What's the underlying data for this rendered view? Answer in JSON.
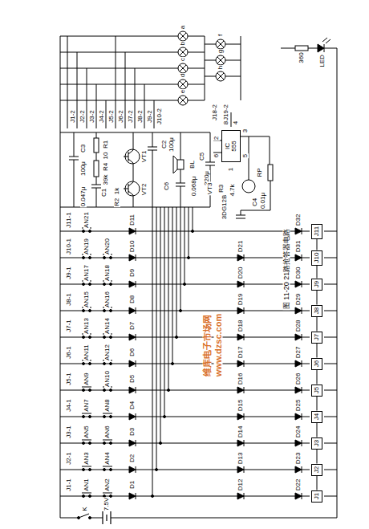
{
  "diagram": {
    "caption": "图 11-20 21路抢答器电路",
    "nodes": [
      {
        "text": [
          "J1"
        ]
      },
      {
        "text": [
          "J2"
        ]
      },
      {
        "text": [
          "J3"
        ]
      },
      {
        "text": [
          "J4"
        ]
      },
      {
        "text": [
          "J5"
        ]
      },
      {
        "text": [
          "J6"
        ]
      },
      {
        "text": [
          "J7"
        ]
      },
      {
        "text": [
          "J8"
        ]
      },
      {
        "text": [
          "J9"
        ]
      },
      {
        "text": [
          "J10"
        ]
      },
      {
        "text": [
          "J11"
        ]
      },
      {
        "text": [
          "IC",
          "555"
        ]
      }
    ],
    "edges": [
      {
        "from": 0,
        "to": 1,
        "arrow": "none"
      },
      {
        "from": 1,
        "to": 2,
        "arrow": "none"
      },
      {
        "from": 2,
        "to": 3,
        "arrow": "none"
      },
      {
        "from": 3,
        "to": 4,
        "arrow": "none"
      },
      {
        "from": 4,
        "to": 5,
        "arrow": "none"
      },
      {
        "from": 5,
        "to": 6,
        "arrow": "none"
      },
      {
        "from": 6,
        "to": 7,
        "arrow": "none"
      },
      {
        "from": 7,
        "to": 8,
        "arrow": "none"
      },
      {
        "from": 8,
        "to": 9,
        "arrow": "none"
      },
      {
        "from": 9,
        "to": 10,
        "arrow": "none"
      }
    ],
    "labels": [
      "J1-1",
      "J2-1",
      "J3-1",
      "J4-1",
      "J5-1",
      "J6-1",
      "J7-1",
      "J8-1",
      "J9-1",
      "J10-1",
      "J11-1",
      "AN1",
      "AN2",
      "AN3",
      "AN4",
      "AN5",
      "AN6",
      "AN7",
      "AN8",
      "AN9",
      "AN10",
      "AN11",
      "AN12",
      "AN13",
      "AN14",
      "AN15",
      "AN16",
      "AN17",
      "AN18",
      "AN19",
      "AN20",
      "AN21",
      "D1",
      "D2",
      "D3",
      "D4",
      "D5",
      "D6",
      "D7",
      "D8",
      "D9",
      "D10",
      "D11",
      "D12",
      "D13",
      "D14",
      "D15",
      "D16",
      "D17",
      "D18",
      "D19",
      "D20",
      "D21",
      "D22",
      "D23",
      "D24",
      "D25",
      "D26",
      "D27",
      "D28",
      "D29",
      "D30",
      "D31",
      "D32",
      "J1-2",
      "J2-2",
      "J3-2",
      "J4-2",
      "J5-2",
      "J6-2",
      "J7-2",
      "J8-2",
      "J9-2",
      "J10-2",
      "a",
      "b",
      "c",
      "d",
      "e",
      "f",
      "g",
      "h",
      "J18-2",
      "J19-2",
      "C3",
      "100μ",
      "R1",
      "10",
      "R4",
      "39k",
      "C1",
      "0.047μ",
      "VT1",
      "VT2",
      "C2",
      "100μ",
      "BL",
      "R2",
      "1k",
      "C6",
      "0.068μ",
      "220μ",
      "C5",
      "8",
      "4",
      "2",
      "6",
      "3",
      "5",
      "1",
      "RP",
      "VT3",
      "R3",
      "4.7k",
      "3DG12B",
      "C4",
      "0.01μ",
      "360",
      "LED",
      "K",
      "7.5V",
      "维库电子市场网",
      "www.dzsc.com"
    ]
  }
}
